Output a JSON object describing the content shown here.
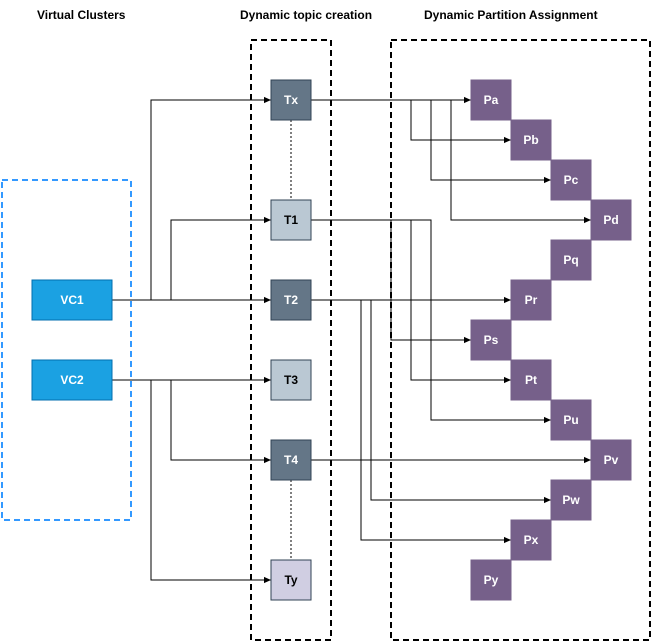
{
  "headings": {
    "virtual_clusters": "Virtual Clusters",
    "dynamic_topic_creation": "Dynamic topic creation",
    "dynamic_partition_assignment": "Dynamic Partition Assignment"
  },
  "colors": {
    "vc_fill": "#1ba1e2",
    "vc_border": "#006eaf",
    "topic_dark": "#647687",
    "topic_light": "#bac8d3",
    "topic_lilac": "#d0cee2",
    "partition_fill": "#76608a",
    "cluster_border": "#3399ff",
    "group_border": "#000000"
  },
  "virtual_clusters": [
    {
      "id": "VC1",
      "label": "VC1"
    },
    {
      "id": "VC2",
      "label": "VC2"
    }
  ],
  "topics": [
    {
      "id": "Tx",
      "label": "Tx",
      "shade": "dark"
    },
    {
      "id": "T1",
      "label": "T1",
      "shade": "light"
    },
    {
      "id": "T2",
      "label": "T2",
      "shade": "dark"
    },
    {
      "id": "T3",
      "label": "T3",
      "shade": "light"
    },
    {
      "id": "T4",
      "label": "T4",
      "shade": "dark"
    },
    {
      "id": "Ty",
      "label": "Ty",
      "shade": "lilac"
    }
  ],
  "partitions": [
    {
      "id": "Pa",
      "label": "Pa"
    },
    {
      "id": "Pb",
      "label": "Pb"
    },
    {
      "id": "Pc",
      "label": "Pc"
    },
    {
      "id": "Pd",
      "label": "Pd"
    },
    {
      "id": "Pq",
      "label": "Pq"
    },
    {
      "id": "Pr",
      "label": "Pr"
    },
    {
      "id": "Ps",
      "label": "Ps"
    },
    {
      "id": "Pt",
      "label": "Pt"
    },
    {
      "id": "Pu",
      "label": "Pu"
    },
    {
      "id": "Pv",
      "label": "Pv"
    },
    {
      "id": "Pw",
      "label": "Pw"
    },
    {
      "id": "Px",
      "label": "Px"
    },
    {
      "id": "Py",
      "label": "Py"
    }
  ],
  "edges": [
    {
      "from": "VC1",
      "to": "Tx"
    },
    {
      "from": "VC1",
      "to": "T1"
    },
    {
      "from": "VC1",
      "to": "T2"
    },
    {
      "from": "VC2",
      "to": "T3"
    },
    {
      "from": "VC2",
      "to": "T4"
    },
    {
      "from": "VC2",
      "to": "Ty"
    },
    {
      "from": "Tx",
      "to": "Pa"
    },
    {
      "from": "Tx",
      "to": "Pb"
    },
    {
      "from": "Tx",
      "to": "Pc"
    },
    {
      "from": "Tx",
      "to": "Pd"
    },
    {
      "from": "T1",
      "to": "Ps"
    },
    {
      "from": "T1",
      "to": "Pt"
    },
    {
      "from": "T1",
      "to": "Pu"
    },
    {
      "from": "T2",
      "to": "Pr"
    },
    {
      "from": "T2",
      "to": "Pw"
    },
    {
      "from": "T2",
      "to": "Px"
    },
    {
      "from": "T4",
      "to": "Pv"
    }
  ],
  "dotted_links": [
    {
      "from": "Tx",
      "to": "T1"
    },
    {
      "from": "T4",
      "to": "Ty"
    }
  ]
}
